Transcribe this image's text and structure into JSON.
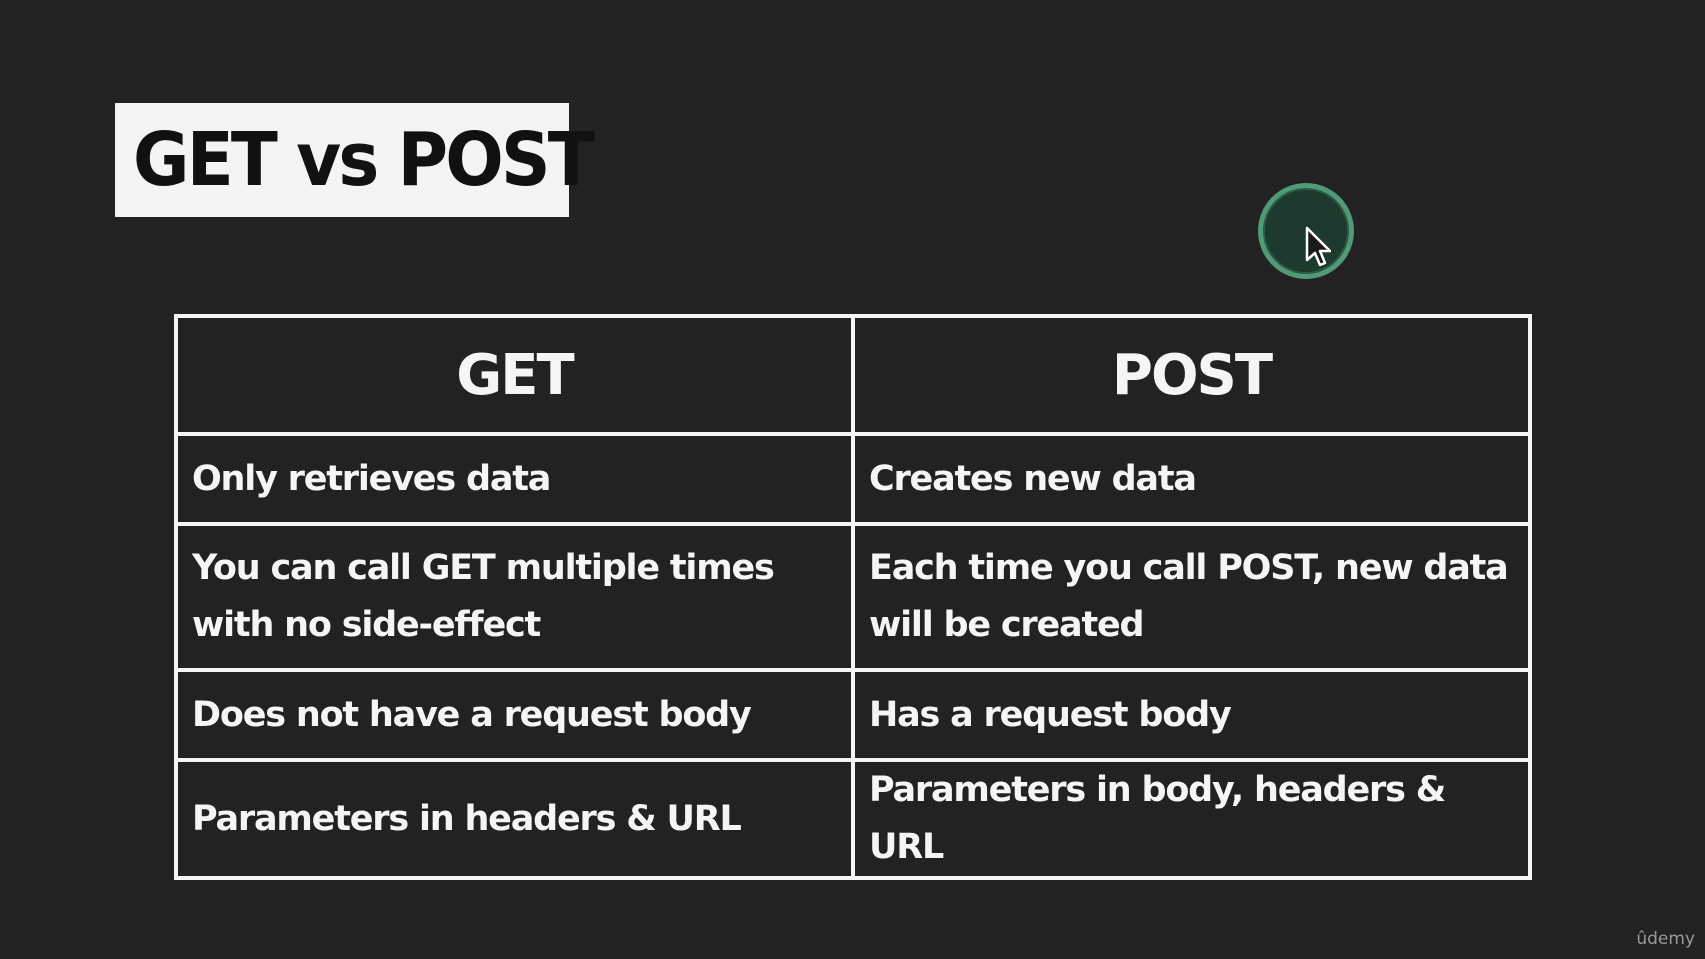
{
  "title": "GET vs POST",
  "table": {
    "headers": [
      "GET",
      "POST"
    ],
    "rows": [
      [
        "Only retrieves data",
        "Creates new data"
      ],
      [
        "You can call GET multiple times with no side-effect",
        "Each time you call POST, new data will be created"
      ],
      [
        "Does not have a request body",
        "Has a request body"
      ],
      [
        "Parameters in headers & URL",
        "Parameters in body, headers & URL"
      ]
    ]
  },
  "cursor": {
    "icon": "mouse-pointer-icon",
    "highlight_color": "#4f9a77"
  },
  "watermark": "ûdemy",
  "colors": {
    "background": "#222222",
    "foreground": "#f5f5f5",
    "title_box": "#f4f4f4"
  }
}
